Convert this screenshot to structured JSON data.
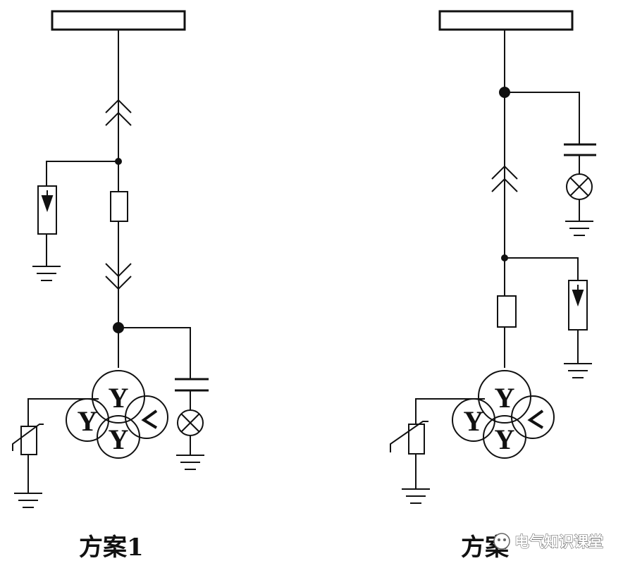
{
  "scheme1": {
    "label": "方案1"
  },
  "scheme2": {
    "label": "方案"
  },
  "winding_symbol": "Y",
  "watermark": {
    "text": "电气知识课堂"
  },
  "colors": {
    "line": "#111111",
    "background": "#ffffff"
  }
}
